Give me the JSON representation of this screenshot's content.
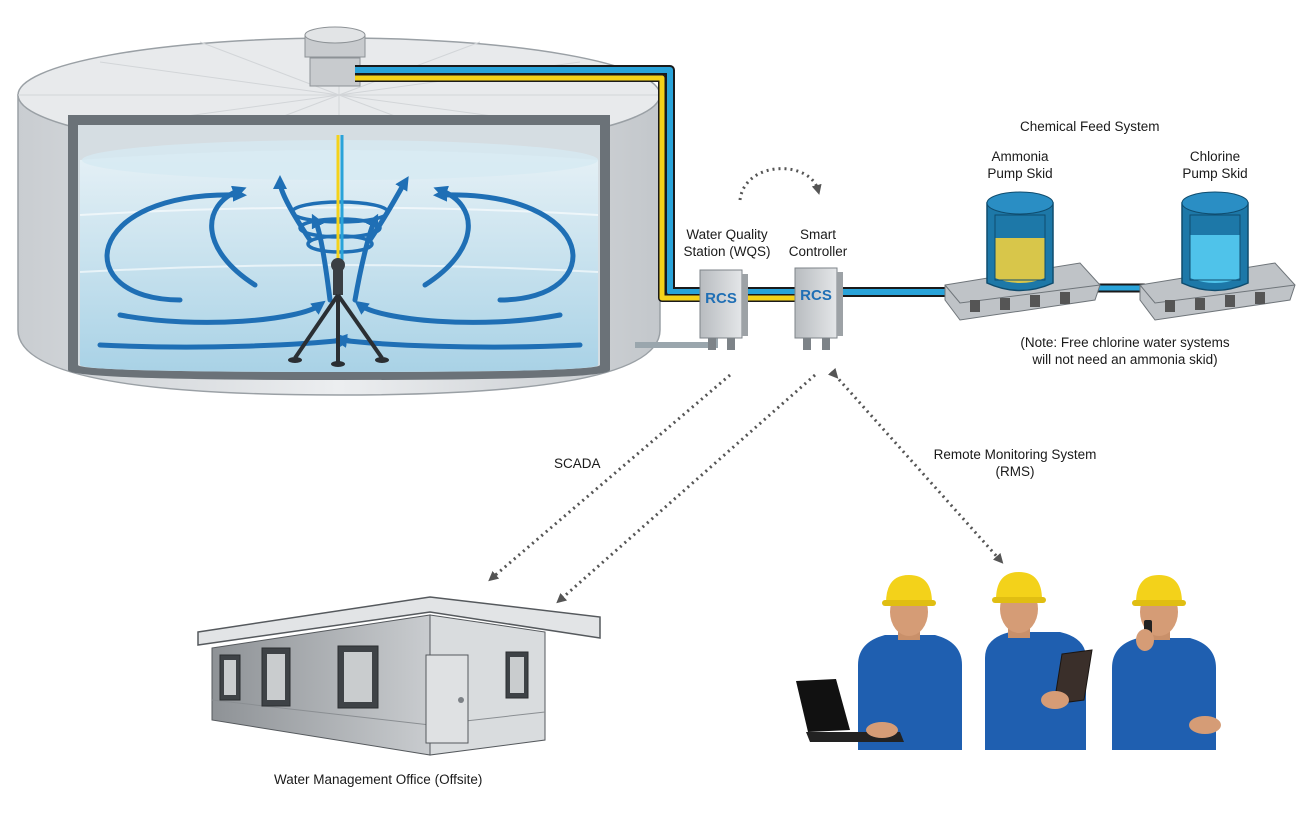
{
  "labels": {
    "chemical_feed": "Chemical Feed System",
    "ammonia": [
      "Ammonia",
      "Pump Skid"
    ],
    "chlorine": [
      "Chlorine",
      "Pump Skid"
    ],
    "wqs": [
      "Water Quality",
      "Station (WQS)"
    ],
    "smart_controller": [
      "Smart",
      "Controller"
    ],
    "note": [
      "(Note: Free chlorine water systems",
      "will not need an ammonia skid)"
    ],
    "scada": "SCADA",
    "rms": [
      "Remote Monitoring System",
      "(RMS)"
    ],
    "office": "Water Management Office (Offsite)",
    "device_brand": "RCS"
  },
  "colors": {
    "cable_blue": "#29a3d9",
    "cable_yellow": "#f4d21a",
    "arrow_blue": "#1f6fb5",
    "water": "#bfe0ee",
    "ammonia_fluid": "#d8c64a",
    "chlorine_fluid": "#4fc3ea",
    "drum_blue": "#1d78a8",
    "shirt_blue": "#1f5fb0",
    "helmet_yellow": "#f3d21a"
  },
  "icons": [
    "water-tank",
    "mixer-tripod",
    "wqs-box",
    "controller-box",
    "ammonia-drum",
    "chlorine-drum",
    "office-building",
    "operator-laptop",
    "operator-tablet",
    "operator-phone"
  ]
}
